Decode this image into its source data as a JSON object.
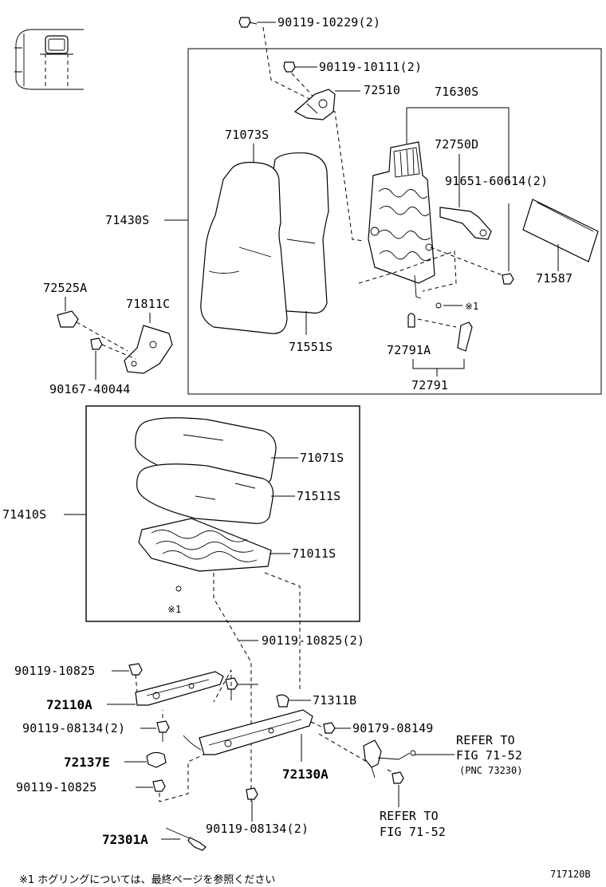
{
  "labels": {
    "p_90119_10229": "90119-10229(2)",
    "p_90119_10111": "90119-10111(2)",
    "p_72510": "72510",
    "p_71630S": "71630S",
    "p_71073S": "71073S",
    "p_72750D": "72750D",
    "p_91651_60614": "91651-60614(2)",
    "p_71430S": "71430S",
    "p_71587": "71587",
    "p_72525A": "72525A",
    "p_71811C": "71811C",
    "p_star1_upper": "※1",
    "p_71551S": "71551S",
    "p_72791A": "72791A",
    "p_90167_40044": "90167-40044",
    "p_72791": "72791",
    "p_71071S": "71071S",
    "p_71511S": "71511S",
    "p_71410S": "71410S",
    "p_71011S": "71011S",
    "p_star1_lower": "※1",
    "p_90119_10825_2": "90119-10825(2)",
    "p_90119_10825_a": "90119-10825",
    "p_72110A": "72110A",
    "p_71311B": "71311B",
    "p_90119_08134_2a": "90119-08134(2)",
    "p_90179_08149": "90179-08149",
    "p_refer_to_1": "REFER TO",
    "p_fig_71_52_1": "FIG 71-52",
    "p_pnc": "(PNC 73230)",
    "p_72137E": "72137E",
    "p_72130A": "72130A",
    "p_90119_10825_b": "90119-10825",
    "p_refer_to_2": "REFER TO",
    "p_fig_71_52_2": "FIG 71-52",
    "p_90119_08134_2b": "90119-08134(2)",
    "p_72301A": "72301A",
    "footnote": "※1  ホグリングについては、最終ページを参照ください",
    "figure_code": "717120B"
  }
}
